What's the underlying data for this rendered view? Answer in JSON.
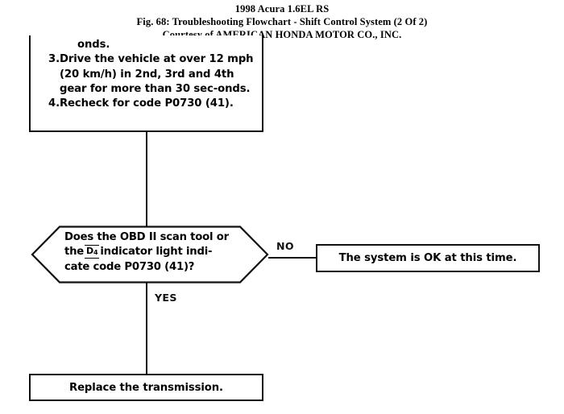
{
  "document": {
    "title_lines": [
      "1998 Acura 1.6EL RS",
      "Fig. 68: Troubleshooting Flowchart - Shift Control System (2 Of 2)",
      "Courtesy of AMERICAN HONDA MOTOR CO., INC."
    ]
  },
  "flowchart": {
    "steps_box": {
      "continued_text": "onds.",
      "items": [
        {
          "number": "3.",
          "text": "Drive the vehicle at over 12 mph (20 km/h) in 2nd, 3rd and 4th gear for more than 30 sec-onds."
        },
        {
          "number": "4.",
          "text": "Recheck for code P0730 (41)."
        }
      ]
    },
    "decision": {
      "line1": "Does the OBD II scan tool or",
      "line2_prefix": "the",
      "indicator_glyph": "D",
      "indicator_sub": "4",
      "line2_suffix": "indicator light indi-",
      "line3": "cate code P0730 (41)?"
    },
    "edges": {
      "no_label": "NO",
      "yes_label": "YES"
    },
    "outcome_ok": {
      "label": "The system is OK at this time."
    },
    "outcome_replace": {
      "label": "Replace the transmission."
    }
  },
  "colors": {
    "ink": "#111111",
    "paper": "#ffffff"
  }
}
